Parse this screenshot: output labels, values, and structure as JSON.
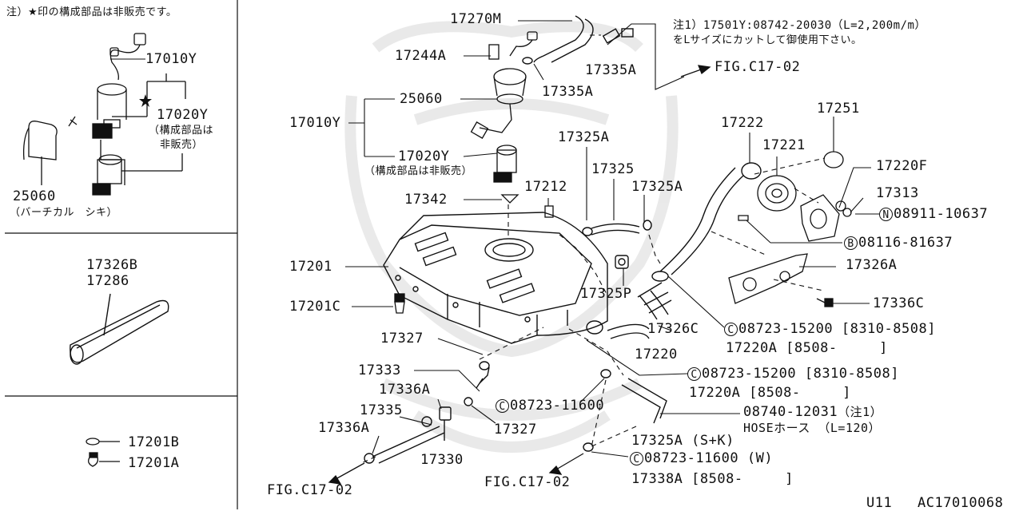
{
  "left_panel": {
    "note": "注）★印の構成部品は非販売です。",
    "p17010y": "17010Y",
    "p17020y": "17020Y",
    "p17020y_note1": "（構成部品は",
    "p17020y_note2": "非販売）",
    "p25060": "25060",
    "p25060_note": "（バーチカル　シキ）",
    "p17326b": "17326B",
    "p17286": "17286",
    "p17201b": "17201B",
    "p17201a": "17201A"
  },
  "main": {
    "p17270m": "17270M",
    "p17244a": "17244A",
    "p17335a_top": "17335A",
    "p17335a_mid": "17335A",
    "note1_line1": "注1）17501Y:08742-20030（L=2,200m/m）",
    "note1_line2": "をLサイズにカットして御使用下さい。",
    "fig_top": "FIG.C17-02",
    "p25060": "25060",
    "p17010y": "17010Y",
    "p17020y": "17020Y",
    "p17020y_note": "（構成部品は非販売）",
    "p17325a_1": "17325A",
    "p17325": "17325",
    "p17325a_2": "17325A",
    "p17222": "17222",
    "p17251": "17251",
    "p17221": "17221",
    "p17220f": "17220F",
    "p17313": "17313",
    "n_code": "N",
    "p08911": "08911-10637",
    "b_code": "B",
    "p08116": "08116-81637",
    "p17342": "17342",
    "p17212": "17212",
    "p17201": "17201",
    "p17326a": "17326A",
    "p17201c": "17201C",
    "p17325p": "17325P",
    "p17336c": "17336C",
    "p17326c": "17326C",
    "c1_code": "C",
    "p08723_a": "08723-15200",
    "p08723_a_range": "[8310-8508]",
    "p17220a_a": "17220A",
    "p17220a_a_range": "[8508-　　　]",
    "p17327_top": "17327",
    "p17220": "17220",
    "c2_code": "C",
    "p08723_b": "08723-15200",
    "p08723_b_range": "[8310-8508]",
    "p17333": "17333",
    "p17220a_b": "17220A",
    "p17220a_b_range": "[8508-　　　]",
    "p17336a_top": "17336A",
    "c3_code": "C",
    "p08723_c": "08723-11600",
    "p17335": "17335",
    "p08740": "08740-12031",
    "p08740_note": "（注1）",
    "hose_label": "HOSEホース （L=120）",
    "p17336a_left": "17336A",
    "p17327_bottom": "17327",
    "p17325a_sk": "17325A (S+K)",
    "p17330": "17330",
    "c4_code": "C",
    "p08723_d": "08723-11600",
    "p08723_d_note": "(W)",
    "fig_left": "FIG.C17-02",
    "fig_mid": "FIG.C17-02",
    "p17338a": "17338A",
    "p17338a_range": "[8508-　　　]",
    "footer_u11": "U11",
    "footer_code": "AC17010068"
  }
}
